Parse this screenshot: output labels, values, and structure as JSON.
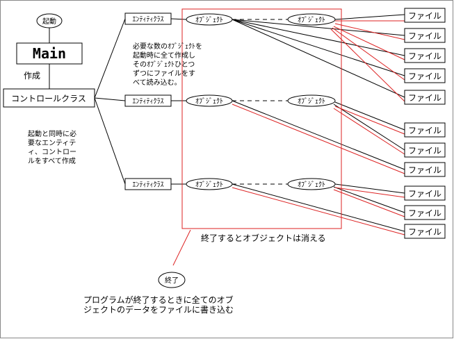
{
  "start_label": "起動",
  "main_label": "Main",
  "create_label": "作成",
  "controller_label": "コントロールクラス",
  "controller_note": [
    "起動と同時に必",
    "要なエンティテ",
    "ィ、コントロー",
    "ルをすべて作成"
  ],
  "entity_label": "ｴﾝﾃｨﾃｨｸﾗｽ",
  "object_label": "ｵﾌﾞｼﾞｪｸﾄ",
  "file_label": "ファイル",
  "object_note": [
    "必要な数のｵﾌﾞｼﾞｪｸﾄを",
    "起動時に全て作成し",
    "そのｵﾌﾞｼﾞｪｸﾄひとつ",
    "ずつにファイルをす",
    "べて読み込む。"
  ],
  "end_caption": "終了するとオブジェクトは消える",
  "end_label": "終了",
  "end_note": [
    "プログラムが終了するときに全てのオブ",
    "ジェクトのデータをファイルに書き込む"
  ],
  "colors": {
    "red": "#dd2222",
    "line": "#000000"
  }
}
